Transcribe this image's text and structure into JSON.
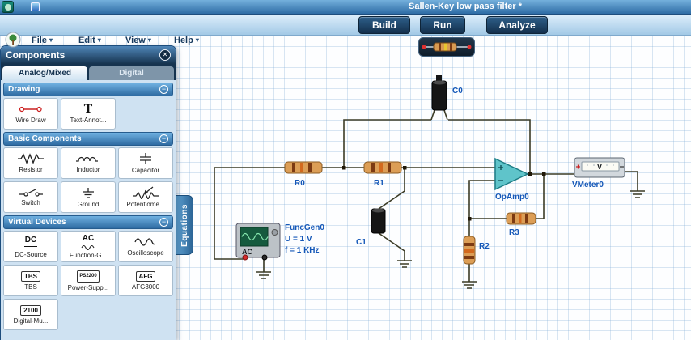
{
  "window": {
    "title": "Sallen-Key low pass filter *"
  },
  "icons": {
    "close": "✕",
    "collapse": "−",
    "menu_arrow": "▾"
  },
  "menubar": {
    "items": [
      {
        "label": "File"
      },
      {
        "label": "Edit"
      },
      {
        "label": "View"
      },
      {
        "label": "Help"
      }
    ]
  },
  "actions": {
    "build": "Build",
    "run": "Run",
    "analyze": "Analyze"
  },
  "panel": {
    "title": "Components",
    "tabs": [
      {
        "label": "Analog/Mixed"
      },
      {
        "label": "Digital"
      }
    ],
    "sections": [
      {
        "title": "Drawing",
        "items": [
          {
            "label": "Wire Draw"
          },
          {
            "label": "Text-Annot...",
            "icon_text": "T"
          }
        ]
      },
      {
        "title": "Basic Components",
        "items": [
          {
            "label": "Resistor"
          },
          {
            "label": "Inductor"
          },
          {
            "label": "Capacitor"
          },
          {
            "label": "Switch"
          },
          {
            "label": "Ground"
          },
          {
            "label": "Potentiome..."
          }
        ]
      },
      {
        "title": "Virtual Devices",
        "items": [
          {
            "label": "DC-Source",
            "icon_text": "DC"
          },
          {
            "label": "Function-G...",
            "icon_text": "AC"
          },
          {
            "label": "Oscilloscope"
          },
          {
            "label": "TBS",
            "icon_text": "TBS"
          },
          {
            "label": "Power-Supp...",
            "icon_text": "PS2200"
          },
          {
            "label": "AFG3000",
            "icon_text": "AFG"
          },
          {
            "label": "Digital-Mu...",
            "icon_text": "2100"
          }
        ]
      }
    ]
  },
  "equations_tab": {
    "label": "Equations"
  },
  "circuit": {
    "labels": {
      "c0": "C0",
      "r0": "R0",
      "r1": "R1",
      "opamp": "OpAmp0",
      "vmeter": "VMeter0",
      "funcgen": "FuncGen0",
      "funcgen_u": "U = 1 V",
      "funcgen_f": "f = 1 KHz",
      "c1": "C1",
      "r2": "R2",
      "r3": "R3"
    },
    "meter_display": "V",
    "funcgen_mode": "AC",
    "colors": {
      "wire": "#3b3b26",
      "label": "#1558b8",
      "opamp_fill": "#5fc4ca"
    }
  }
}
